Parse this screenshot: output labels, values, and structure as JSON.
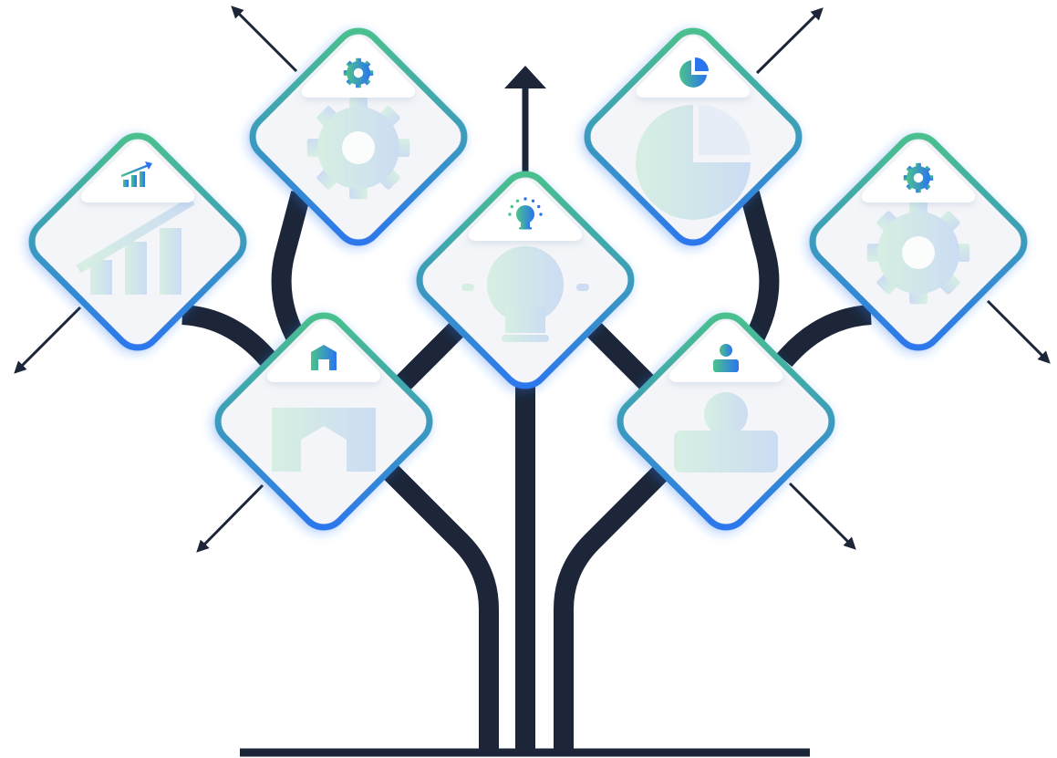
{
  "colors": {
    "trunk": "#1c2638",
    "card_fill": "#f3f5f8",
    "gradient_green": "#4cc38a",
    "gradient_blue": "#2b74f0",
    "tab_fill": "#ffffff"
  },
  "cards": [
    {
      "id": "lightbulb",
      "icon": "lightbulb-icon"
    },
    {
      "id": "gear-top",
      "icon": "gear-icon"
    },
    {
      "id": "growth-chart",
      "icon": "growth-chart-icon"
    },
    {
      "id": "house",
      "icon": "house-icon"
    },
    {
      "id": "pie-chart",
      "icon": "pie-chart-icon"
    },
    {
      "id": "gear-right",
      "icon": "gear-icon"
    },
    {
      "id": "person",
      "icon": "person-icon"
    }
  ]
}
